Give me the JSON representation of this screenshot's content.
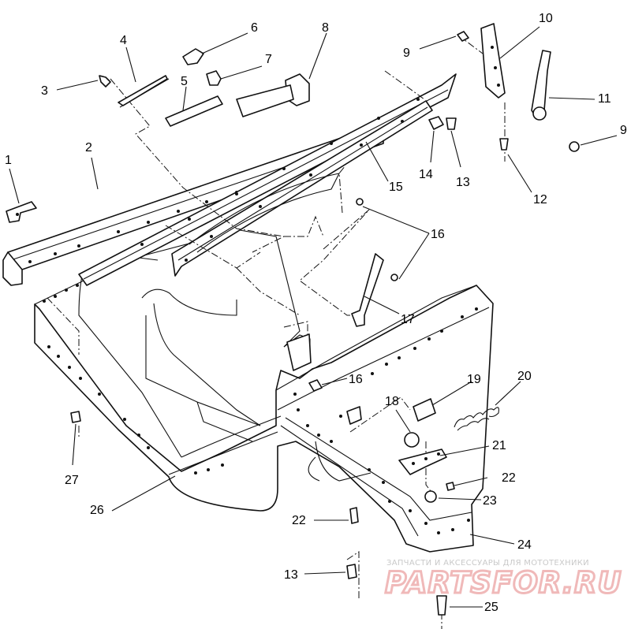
{
  "callouts": [
    {
      "id": "c1",
      "text": "1"
    },
    {
      "id": "c2",
      "text": "2"
    },
    {
      "id": "c3",
      "text": "3"
    },
    {
      "id": "c4",
      "text": "4"
    },
    {
      "id": "c5",
      "text": "5"
    },
    {
      "id": "c6",
      "text": "6"
    },
    {
      "id": "c7",
      "text": "7"
    },
    {
      "id": "c8",
      "text": "8"
    },
    {
      "id": "c9a",
      "text": "9"
    },
    {
      "id": "c9b",
      "text": "9"
    },
    {
      "id": "c10",
      "text": "10"
    },
    {
      "id": "c11",
      "text": "11"
    },
    {
      "id": "c12",
      "text": "12"
    },
    {
      "id": "c13a",
      "text": "13"
    },
    {
      "id": "c13b",
      "text": "13"
    },
    {
      "id": "c14",
      "text": "14"
    },
    {
      "id": "c15",
      "text": "15"
    },
    {
      "id": "c16a",
      "text": "16"
    },
    {
      "id": "c16b",
      "text": "16"
    },
    {
      "id": "c17",
      "text": "17"
    },
    {
      "id": "c18",
      "text": "18"
    },
    {
      "id": "c19",
      "text": "19"
    },
    {
      "id": "c20",
      "text": "20"
    },
    {
      "id": "c21",
      "text": "21"
    },
    {
      "id": "c22a",
      "text": "22"
    },
    {
      "id": "c22b",
      "text": "22"
    },
    {
      "id": "c23",
      "text": "23"
    },
    {
      "id": "c24",
      "text": "24"
    },
    {
      "id": "c25",
      "text": "25"
    },
    {
      "id": "c26",
      "text": "26"
    },
    {
      "id": "c27",
      "text": "27"
    }
  ],
  "watermark": {
    "tagline": "ЗАПЧАСТИ И АКСЕССУАРЫ ДЛЯ МОТОТЕХНИКИ",
    "brand": "PARTSFOR.RU"
  }
}
